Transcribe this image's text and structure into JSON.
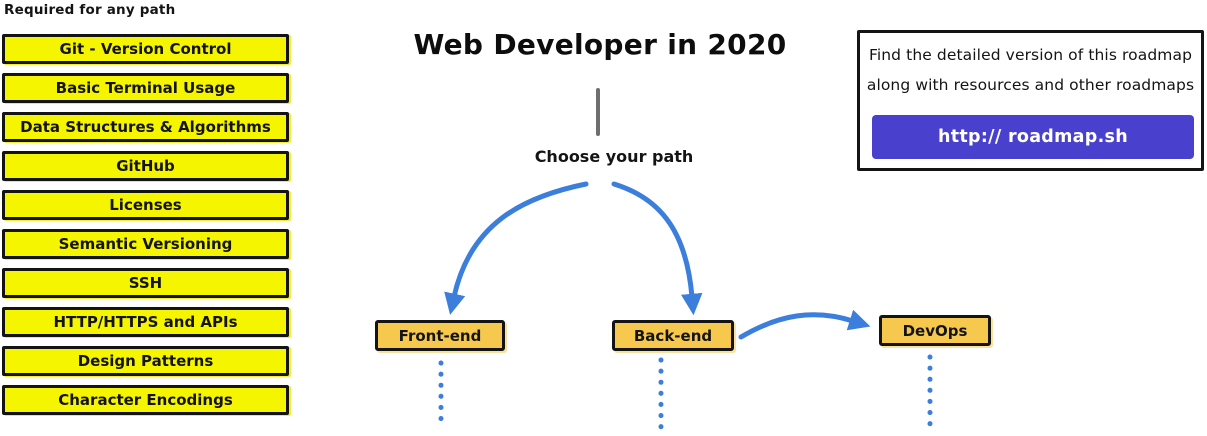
{
  "left_panel": {
    "heading": "Required for any path",
    "items": [
      "Git - Version Control",
      "Basic Terminal Usage",
      "Data Structures & Algorithms",
      "GitHub",
      "Licenses",
      "Semantic Versioning",
      "SSH",
      "HTTP/HTTPS and APIs",
      "Design Patterns",
      "Character Encodings"
    ]
  },
  "center": {
    "title": "Web Developer in 2020",
    "choose_label": "Choose your path",
    "paths": [
      {
        "label": "Front-end"
      },
      {
        "label": "Back-end"
      },
      {
        "label": "DevOps"
      }
    ]
  },
  "info_box": {
    "line1": "Find the detailed version of this roadmap",
    "line2": "along with resources and other roadmaps",
    "button_label": "http:// roadmap.sh"
  },
  "colors": {
    "yellow": "#f6f500",
    "orange": "#f6c84e",
    "purple": "#4941ce",
    "blue": "#3c7edb",
    "gray": "#6f6f6f",
    "ink": "#141414",
    "bg": "#ffffff"
  }
}
